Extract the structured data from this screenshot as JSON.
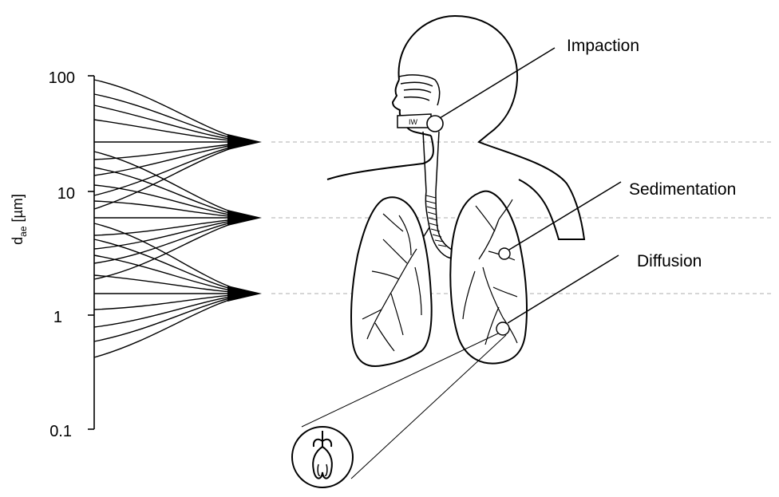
{
  "axis": {
    "label_main": "d",
    "label_sub": "ae",
    "label_unit": " [µm]",
    "scale": "log",
    "ticks": [
      "100",
      "10",
      "1",
      "0.1"
    ]
  },
  "mechanisms": {
    "impaction": "Impaction",
    "sedimentation": "Sedimentation",
    "diffusion": "Diffusion"
  },
  "icons": [
    "arrow-impaction",
    "arrow-sedimentation",
    "arrow-diffusion",
    "alveolus-zoom-icon"
  ]
}
